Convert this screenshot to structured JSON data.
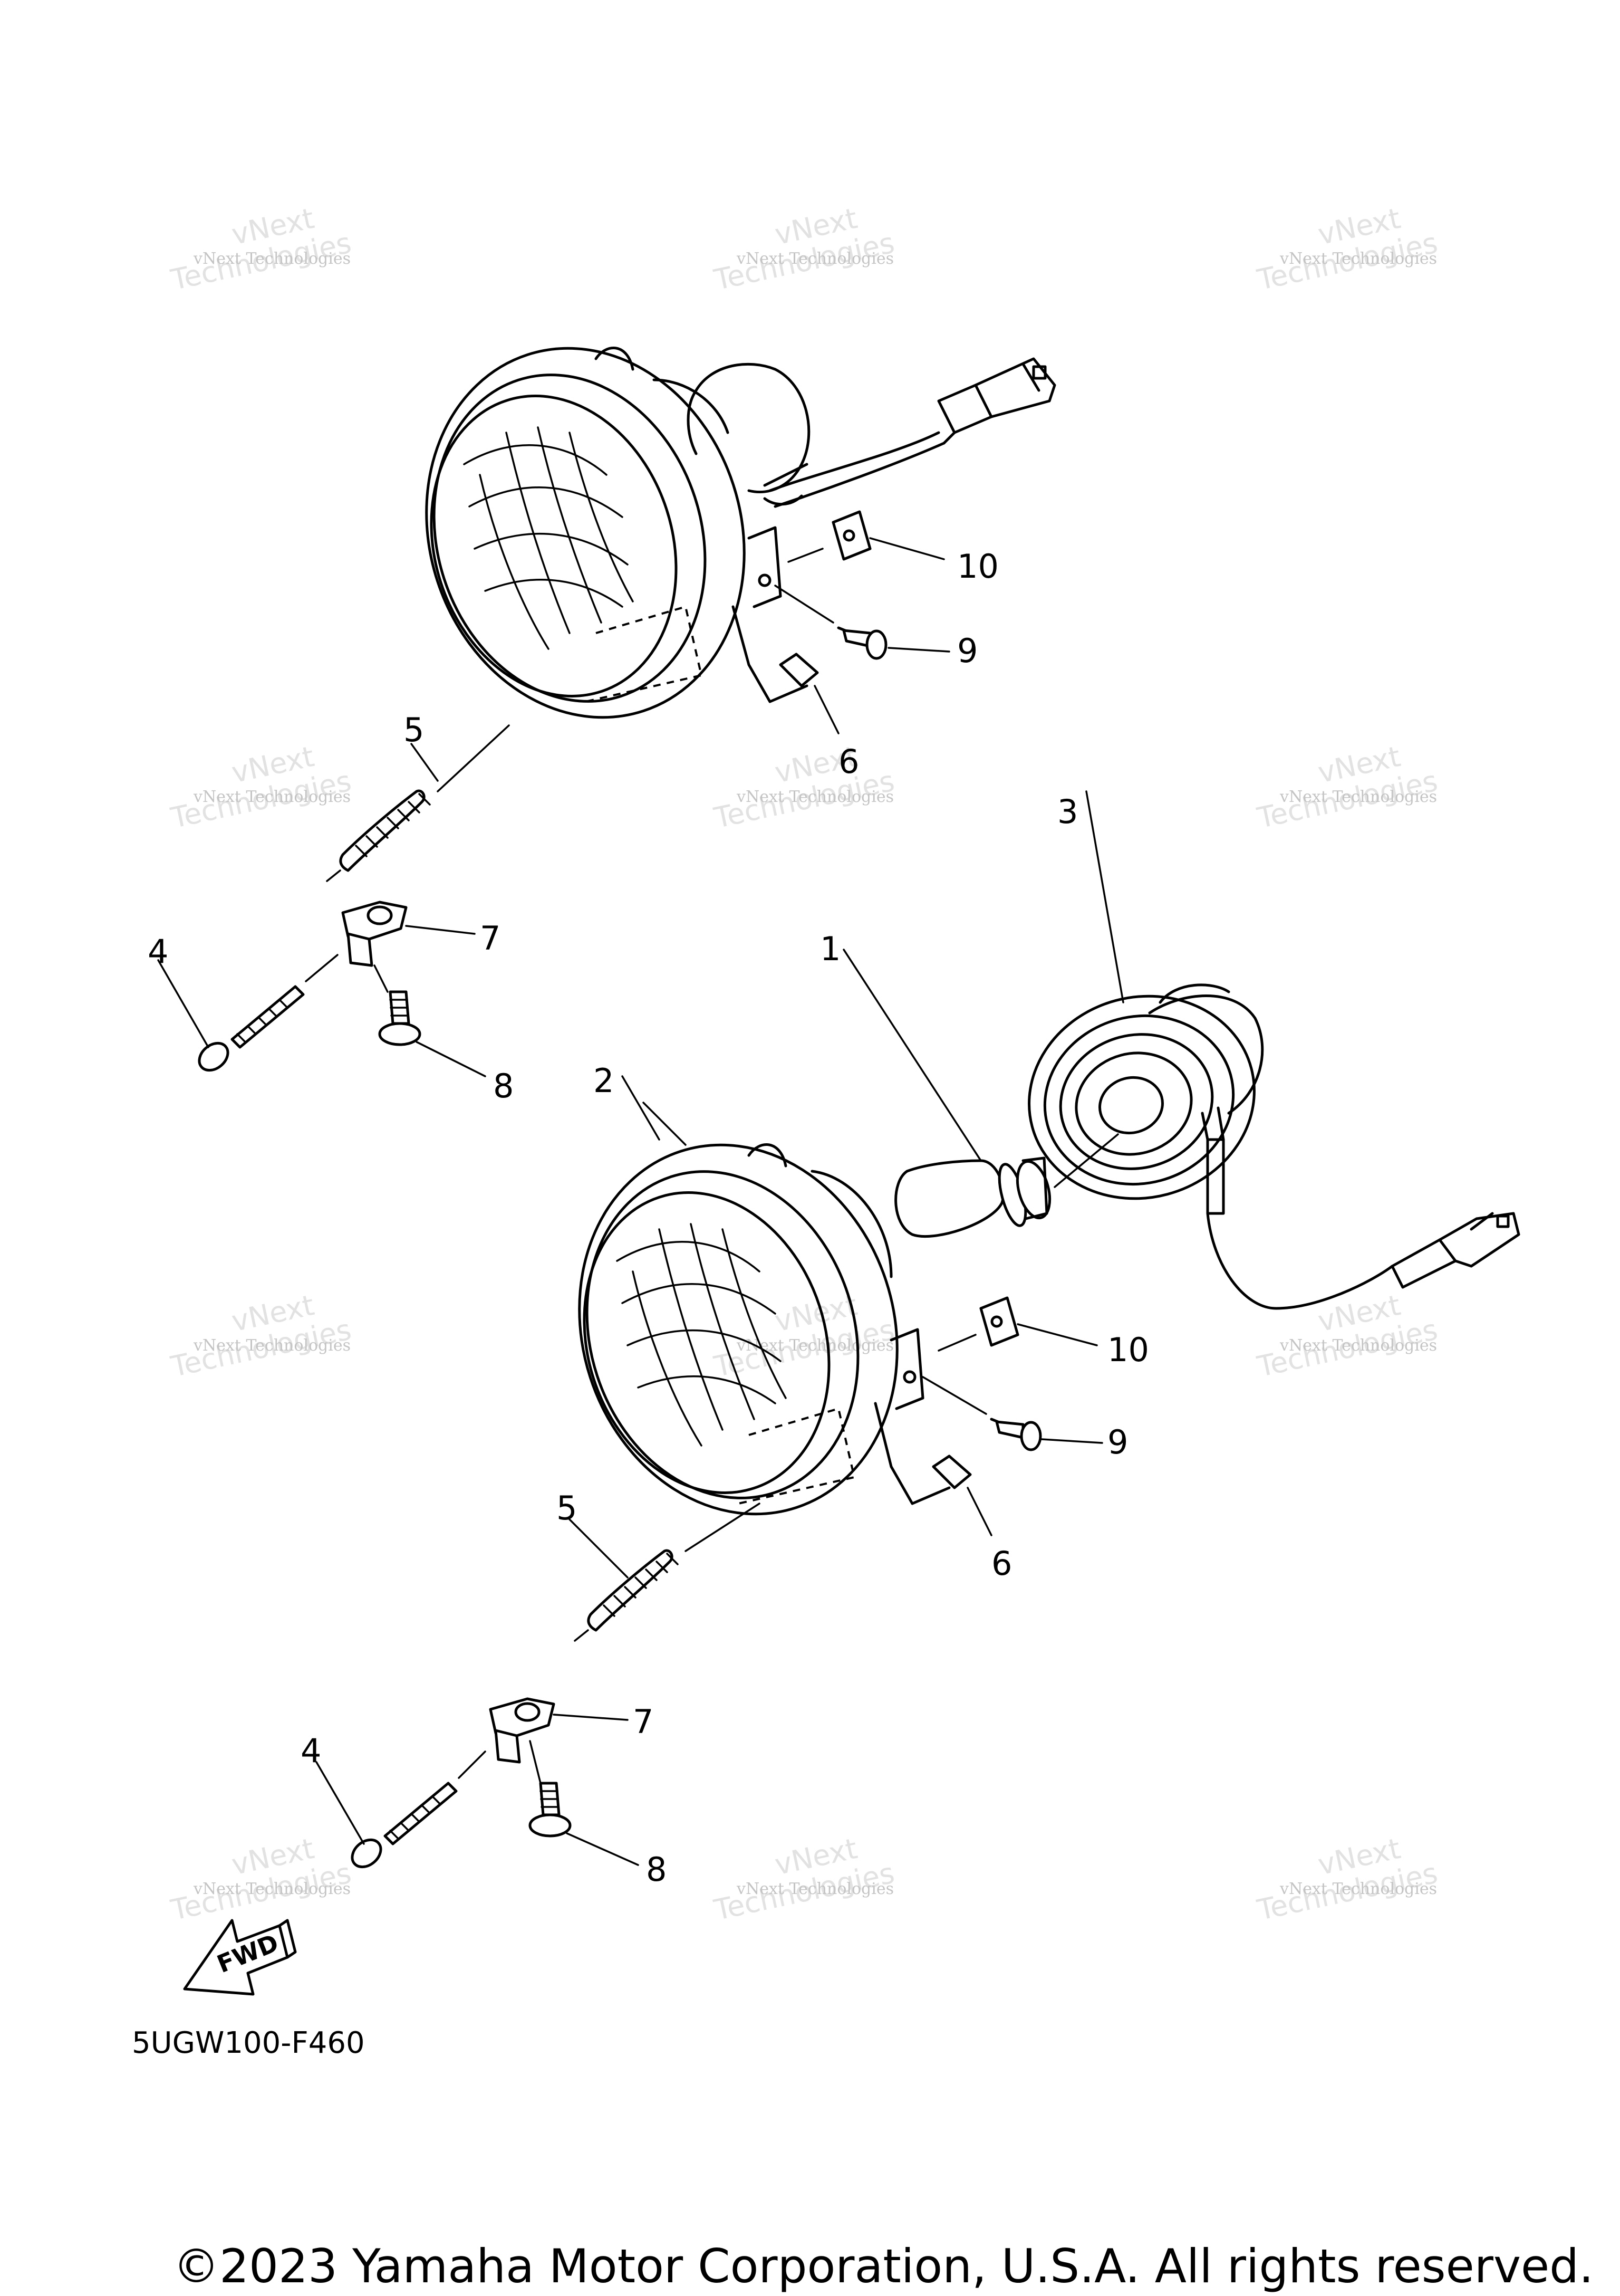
{
  "callouts": {
    "top_assembly": [
      "10",
      "9",
      "6",
      "5",
      "7",
      "4",
      "8"
    ],
    "bottom_assembly": [
      "1",
      "2",
      "3",
      "10",
      "9",
      "6",
      "5",
      "7",
      "4",
      "8"
    ]
  },
  "watermark": {
    "line1": "vNext Technologies",
    "line2": "vNext",
    "line3": "Technologies"
  },
  "fwd_label": "FWD",
  "diagram_code": "5UGW100-F460",
  "copyright": "©2023 Yamaha Motor Corporation, U.S.A. All rights reserved."
}
